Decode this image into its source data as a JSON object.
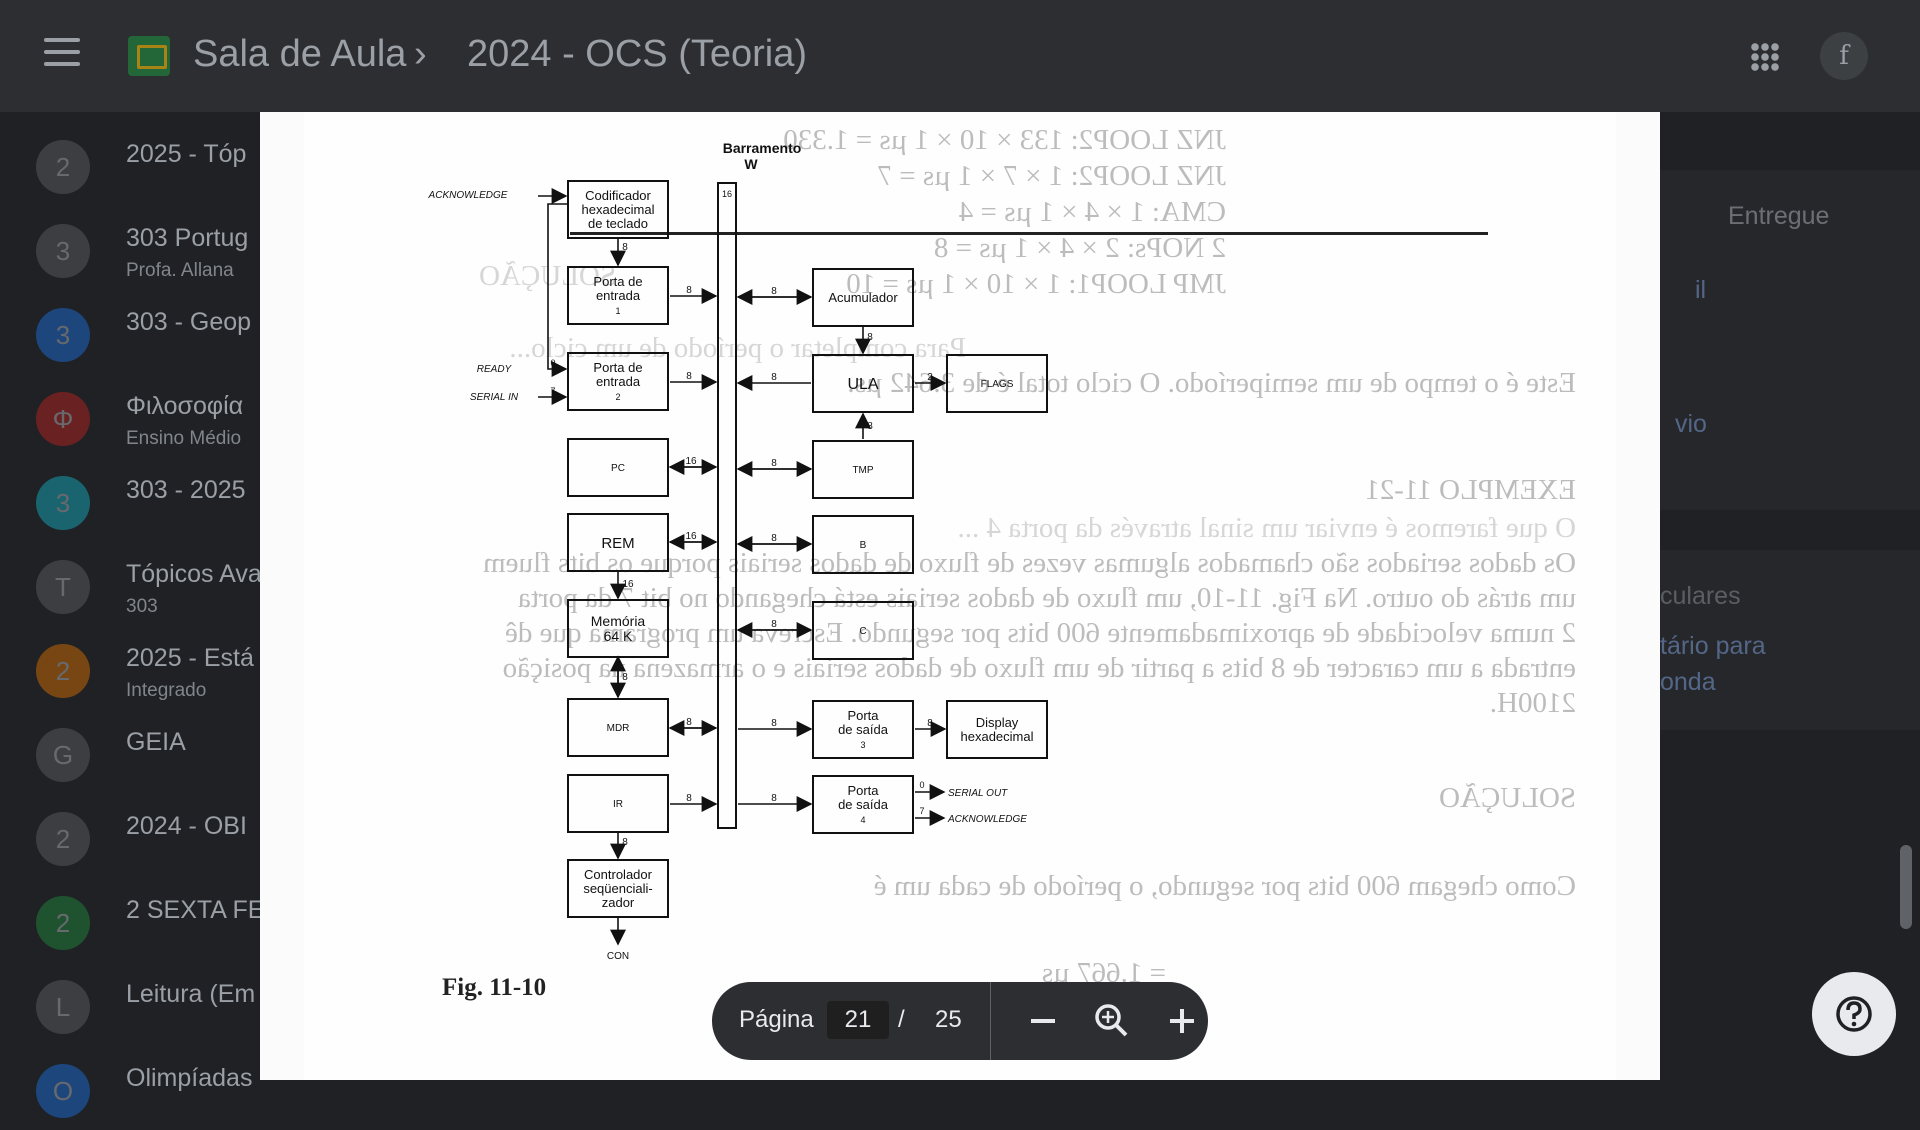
{
  "header": {
    "breadcrumb_root": "Sala de Aula",
    "breadcrumb_current": "2024 - OCS (Teoria)",
    "avatar_letter": "f"
  },
  "sidebar": {
    "items": [
      {
        "initial": "2",
        "title": "2025 - Tóp",
        "subtitle": "",
        "color": "#5f6368"
      },
      {
        "initial": "3",
        "title": "303 Portug",
        "subtitle": "Profa. Allana",
        "color": "#5f6368"
      },
      {
        "initial": "3",
        "title": "303 - Geop",
        "subtitle": "",
        "color": "#1a73e8"
      },
      {
        "initial": "Φ",
        "title": "Φιλοσοφία",
        "subtitle": "Ensino Médio",
        "color": "#c5221f"
      },
      {
        "initial": "3",
        "title": "303 - 2025",
        "subtitle": "",
        "color": "#12b5cb"
      },
      {
        "initial": "T",
        "title": "Tópicos Ava",
        "subtitle": "303",
        "color": "#5f6368"
      },
      {
        "initial": "2",
        "title": "2025 - Está",
        "subtitle": "Integrado",
        "color": "#e37400"
      },
      {
        "initial": "G",
        "title": "GEIA",
        "subtitle": "",
        "color": "#5f6368"
      },
      {
        "initial": "2",
        "title": "2024 - OBI",
        "subtitle": "",
        "color": "#5f6368"
      },
      {
        "initial": "2",
        "title": "2 SEXTA FE",
        "subtitle": "",
        "color": "#1e8e3e"
      },
      {
        "initial": "L",
        "title": "Leitura (Em",
        "subtitle": "",
        "color": "#5f6368"
      },
      {
        "initial": "O",
        "title": "Olimpíadas",
        "subtitle": "",
        "color": "#1a73e8"
      }
    ]
  },
  "right_panel": {
    "status": "Entregue",
    "partial_1": "il",
    "partial_2": "vio",
    "partial_3": "culares",
    "partial_4": "tário para",
    "partial_5": "onda"
  },
  "document": {
    "background_lines": [
      "JNZ  LOOP2:   133 × 10 × 1 µs = 1.330",
      "JNZ  LOOP2:       1 × 7 × 1 µs =     7",
      "CMA:              1 × 4 × 1 µs =     4",
      "2  NOPs:          2 × 4 × 1 µs =     8",
      "JMP  LOOP1:      1 × 10 × 1 µs =    10",
      "SOLUÇÃO",
      "Para completar o período de um ciclo...",
      "Este é o tempo de um semiperíodo. O ciclo total é de 3.642 µs.",
      "EXEMPLO 11-21",
      "O que faremos é enviar um sinal através da porta 4 ...",
      "Os dados seriados são chamados algumas vezes de fluxo de dados seriais porque os bits fluem",
      "um atrás do outro. Na Fig. 11-10, um fluxo de dados seriais está chegando no bit 7 da porta",
      "2 numa velocidade de aproximadamente 600 bits por segundo. Escreva um programa que dê",
      "entrada a um caracter de 8 bits a partir de um fluxo de dados seriais e o armazena na posição",
      "2100H.",
      "SOLUÇÃO",
      "Como chegam 600 bits por segundo, o período de cada um é",
      "= 1.667 µs"
    ],
    "figure_caption": "Fig. 11-10",
    "diagram": {
      "bus_title_1": "Barramento",
      "bus_title_2": "W",
      "bus_width": "16",
      "acknowledge_in": "ACKNOWLEDGE",
      "ready": "READY",
      "serial_in": "SERIAL IN",
      "serial_out": "SERIAL OUT",
      "acknowledge_out": "ACKNOWLEDGE",
      "bit0": "0",
      "bit7": "7",
      "blocks": {
        "encoder": [
          "Codificador",
          "hexadecimal",
          "de teclado"
        ],
        "port_in_1": [
          "Porta de",
          "entrada",
          "1"
        ],
        "port_in_2": [
          "Porta de",
          "entrada",
          "2"
        ],
        "pc": "PC",
        "rem": "REM",
        "memory": [
          "Memória",
          "64 K"
        ],
        "mdr": "MDR",
        "ir": "IR",
        "controller": [
          "Controlador",
          "seqüenciali-",
          "zador"
        ],
        "con": "CON",
        "accumulator": "Acumulador",
        "alu": "ULA",
        "flags": "FLAGS",
        "tmp": "TMP",
        "reg_b": "B",
        "reg_c": "C",
        "port_out_3": [
          "Porta",
          "de saída",
          "3"
        ],
        "port_out_4": [
          "Porta",
          "de saída",
          "4"
        ],
        "display": [
          "Display",
          "hexadecimal"
        ]
      },
      "widths": {
        "w8": "8",
        "w16": "16",
        "w2": "2"
      }
    }
  },
  "pager": {
    "label": "Página",
    "current_page": "21",
    "separator": "/",
    "total_pages": "25"
  }
}
